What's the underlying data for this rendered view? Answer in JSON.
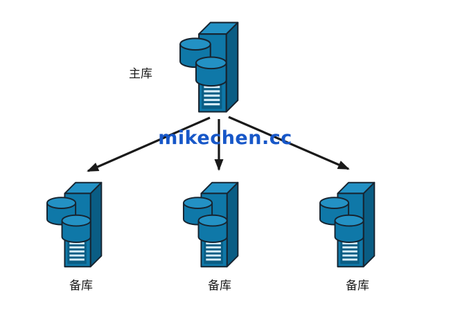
{
  "diagram": {
    "master": {
      "label": "主库"
    },
    "slaves": [
      {
        "label": "备库"
      },
      {
        "label": "备库"
      },
      {
        "label": "备库"
      }
    ],
    "watermark": "mikechen.cc",
    "colors": {
      "server_fill": "#0f78a8",
      "server_dark": "#0a5d84",
      "server_light": "#2391c4",
      "slot": "#d7edf8",
      "outline": "#172430",
      "arrow": "#1a1a1a",
      "watermark": "#1757c8",
      "label": "#1a1a1a"
    }
  }
}
